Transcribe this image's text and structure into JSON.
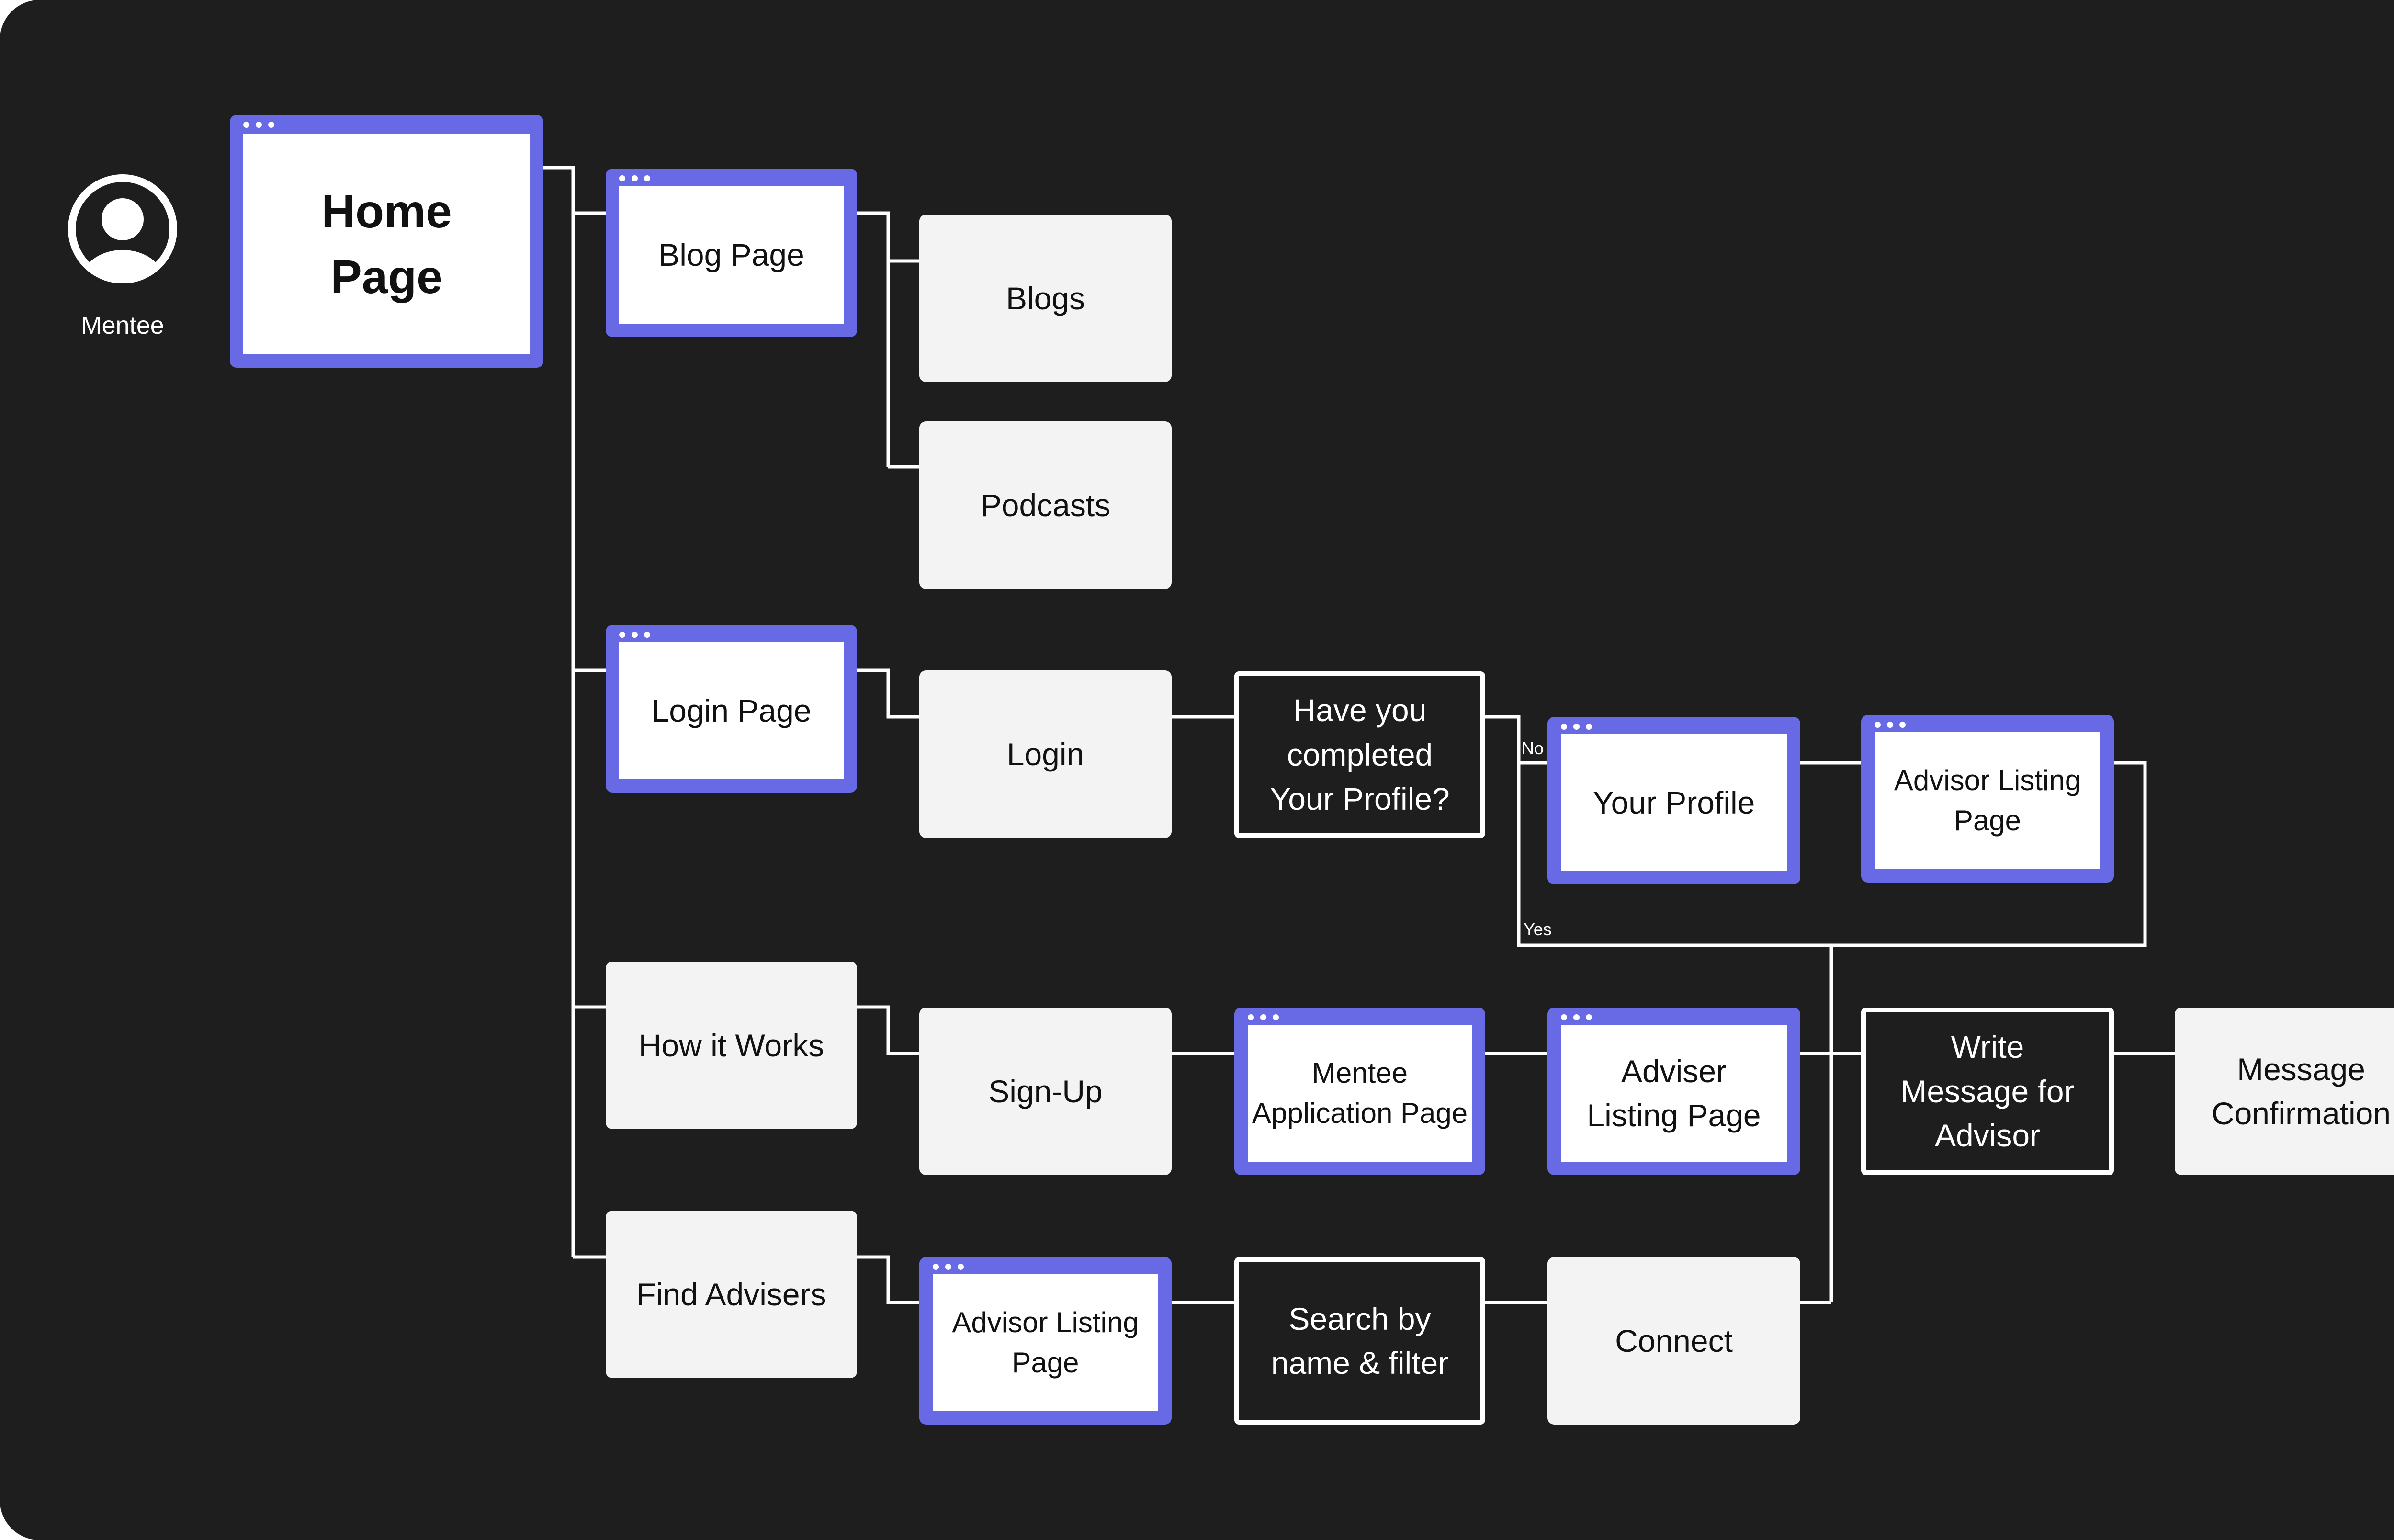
{
  "actor": {
    "label": "Mentee",
    "icon": "user-avatar-icon"
  },
  "nodes": {
    "home_page": "Home\nPage",
    "blog_page": "Blog Page",
    "blogs": "Blogs",
    "podcasts": "Podcasts",
    "login_page": "Login Page",
    "login": "Login",
    "profile_question": "Have you\ncompleted\nYour Profile?",
    "your_profile": "Your Profile",
    "advisor_listing_page_top": "Advisor Listing\nPage",
    "how_it_works": "How it Works",
    "sign_up": "Sign-Up",
    "mentee_application_page": "Mentee\nApplication Page",
    "adviser_listing_page": "Adviser\nListing Page",
    "write_message": "Write\nMessage for\nAdvisor",
    "message_confirmation": "Message\nConfirmation",
    "find_advisers": "Find Advisers",
    "advisor_listing_page_bottom": "Advisor Listing\nPage",
    "search_by_name": "Search by\nname & filter",
    "connect": "Connect"
  },
  "edge_labels": {
    "no": "No",
    "yes": "Yes"
  },
  "colors": {
    "background": "#1e1e1f",
    "page_frame": "#676ae4",
    "plain_box": "#f3f3f3",
    "line": "#ffffff"
  }
}
